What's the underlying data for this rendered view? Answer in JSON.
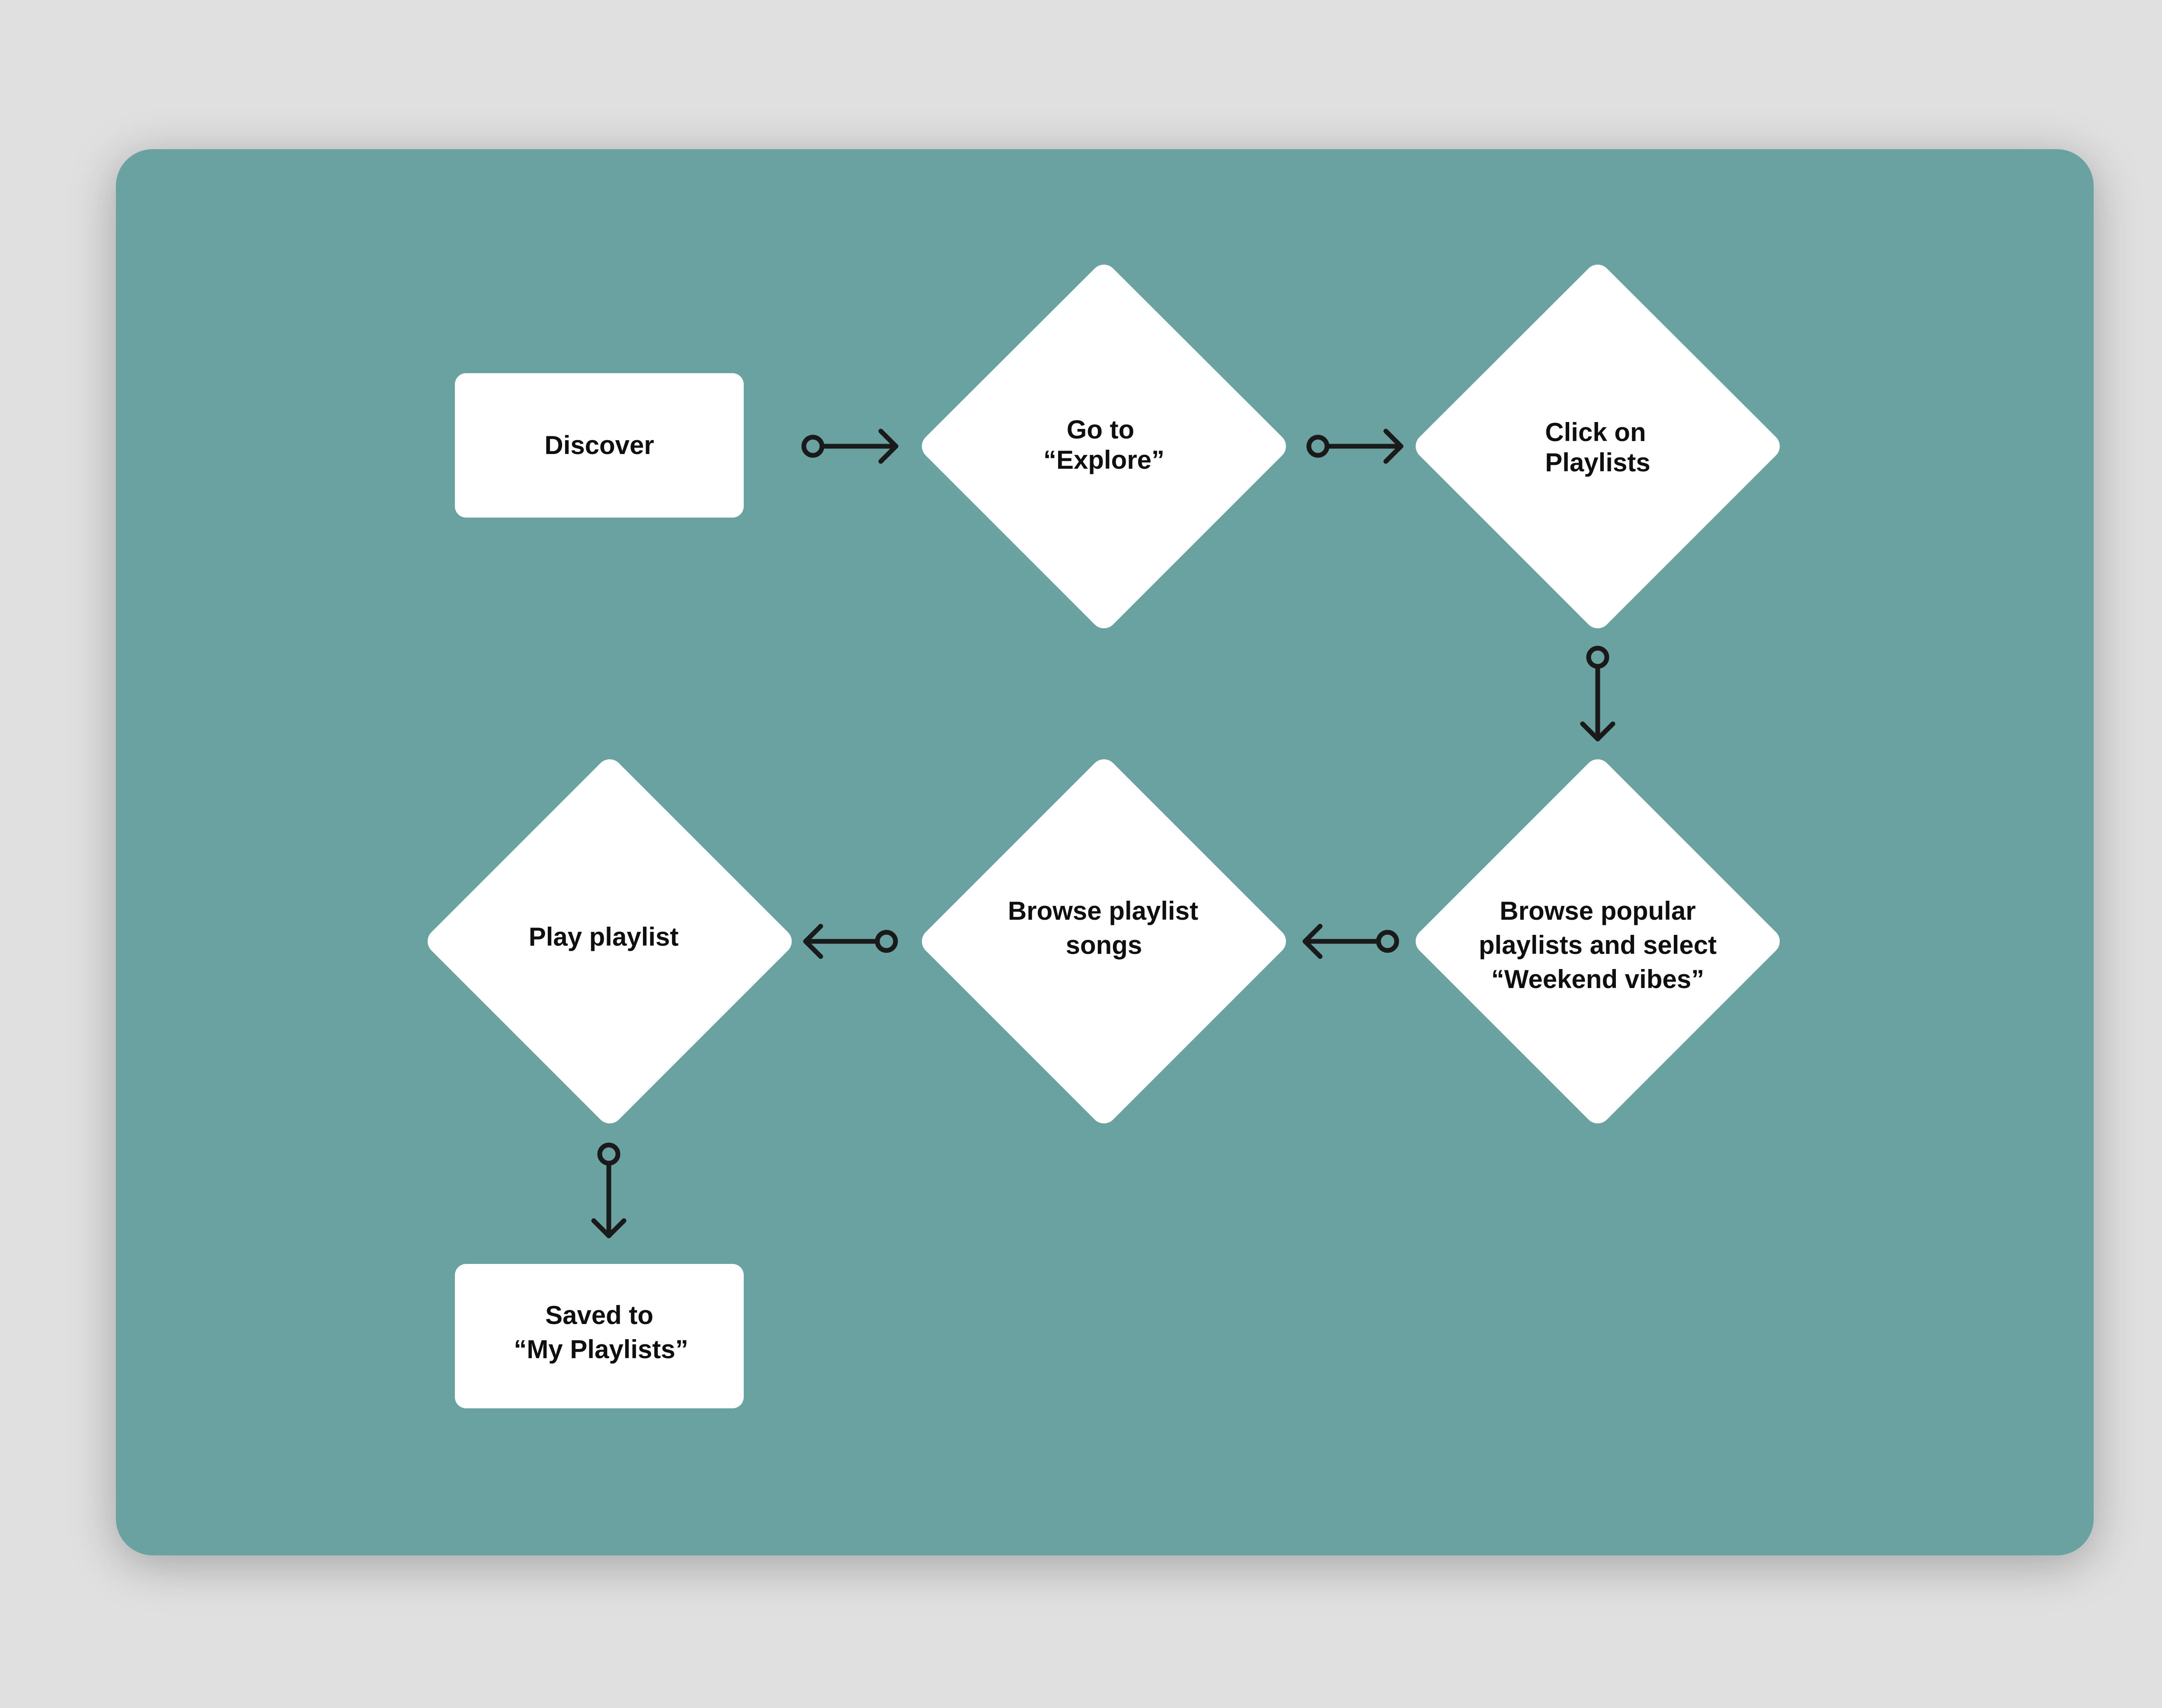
{
  "canvas": {
    "background": "#e0e0e0",
    "card_color": "#69a2a0",
    "node_color": "#ffffff",
    "connector_color": "#1a1a1a",
    "text_color": "#0f0f0f"
  },
  "nodes": {
    "discover": {
      "shape": "rectangle",
      "lines": [
        "Discover"
      ]
    },
    "explore": {
      "shape": "diamond",
      "lines": [
        "Go to",
        "“Explore”"
      ]
    },
    "playlists": {
      "shape": "diamond",
      "lines": [
        "Click on",
        "Playlists"
      ]
    },
    "browse_popular": {
      "shape": "diamond",
      "lines": [
        "Browse popular",
        "playlists and select",
        "“Weekend vibes”"
      ]
    },
    "browse_songs": {
      "shape": "diamond",
      "lines": [
        "Browse playlist",
        "songs"
      ]
    },
    "play": {
      "shape": "diamond",
      "lines": [
        "Play playlist"
      ]
    },
    "saved": {
      "shape": "rectangle",
      "lines": [
        "Saved to",
        "“My Playlists”"
      ]
    }
  },
  "edges": [
    {
      "from": "discover",
      "to": "explore"
    },
    {
      "from": "explore",
      "to": "playlists"
    },
    {
      "from": "playlists",
      "to": "browse_popular"
    },
    {
      "from": "browse_popular",
      "to": "browse_songs"
    },
    {
      "from": "browse_songs",
      "to": "play"
    },
    {
      "from": "play",
      "to": "saved"
    }
  ]
}
